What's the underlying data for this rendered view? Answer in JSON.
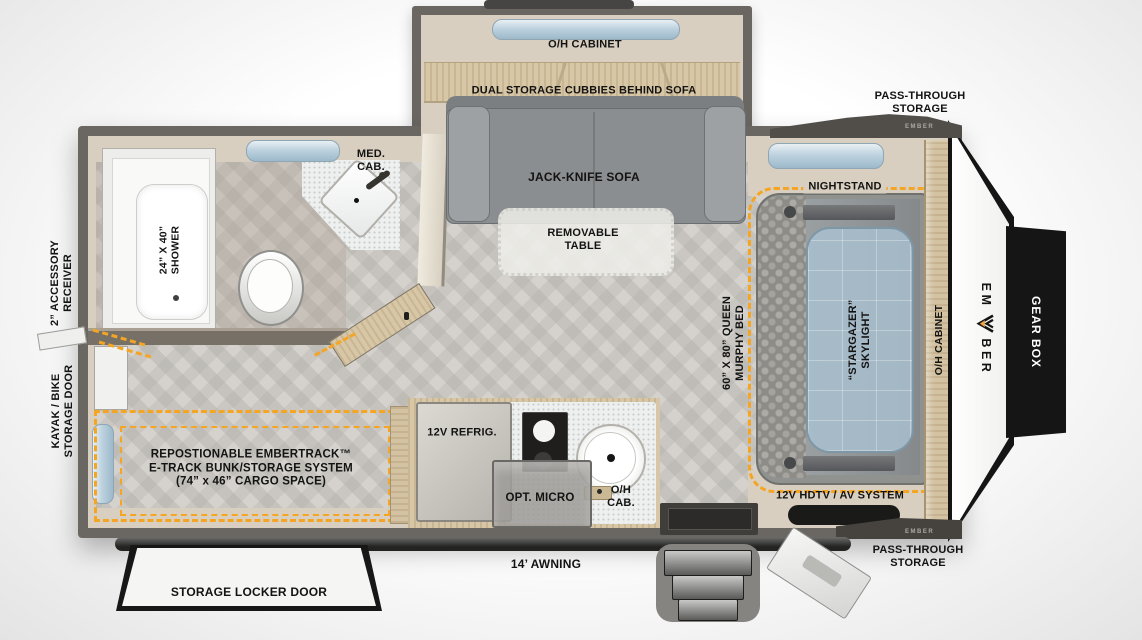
{
  "colors": {
    "accent_dashed": "#F4A524",
    "wall_dark": "#6A6661",
    "interior_trim_beige": "#D9CFC1",
    "wood": "#D8C7A7",
    "floor_gray": "#D5D2CD",
    "sofa_gray": "#8B8E90",
    "skylight_blue": "#AAC1D1",
    "exterior_black": "#151515",
    "window_blue": "#BED2DF"
  },
  "brand": {
    "name": "EMBER",
    "letters_top": "EM",
    "letters_bottom": "BER",
    "tiny": "EMBER"
  },
  "exterior": {
    "pass_through_top": "PASS-THROUGH\nSTORAGE",
    "pass_through_bottom": "PASS-THROUGH\nSTORAGE",
    "gear_box": "GEAR BOX",
    "awning": "14’ AWNING",
    "storage_locker_door": "STORAGE LOCKER DOOR",
    "accessory_receiver": "2” ACCESSORY\nRECEIVER",
    "kayak_bike_door": "KAYAK / BIKE\nSTORAGE DOOR"
  },
  "living_area": {
    "overhead_cabinet": "O/H CABINET",
    "dual_storage": "DUAL STORAGE CUBBIES BEHIND SOFA",
    "sofa": "JACK-KNIFE SOFA",
    "removable_table": "REMOVABLE\nTABLE"
  },
  "bathroom": {
    "shower": "24” X 40”\nSHOWER",
    "medicine_cabinet": "MED.\nCAB."
  },
  "kitchen": {
    "refrigerator": "12V REFRIG.",
    "optional_microwave": "OPT. MICRO",
    "overhead_cabinet": "O/H\nCAB."
  },
  "bedroom": {
    "nightstand": "NIGHTSTAND",
    "murphy_bed": "60” X 80” QUEEN\nMURPHY BED",
    "skylight": "“STARGAZER”\nSKYLIGHT",
    "overhead_cabinet": "O/H CABINET",
    "av_system": "12V HDTV / AV SYSTEM"
  },
  "cargo_area": {
    "embertrack": "REPOSTIONABLE EMBERTRACK™\nE-TRACK BUNK/STORAGE SYSTEM\n(74” x 46” CARGO SPACE)"
  }
}
